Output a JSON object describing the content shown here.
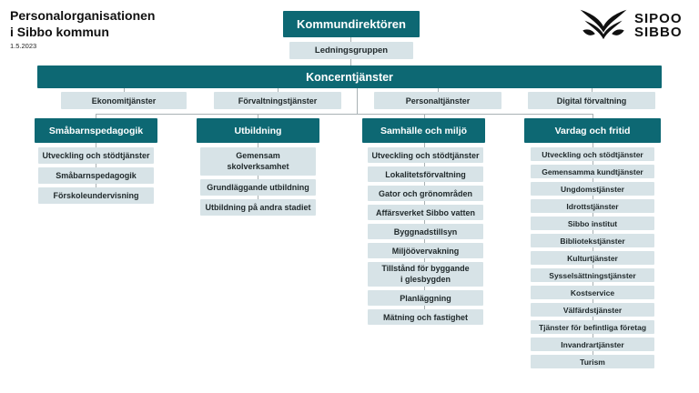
{
  "page": {
    "title": "Personalorganisationen\ni Sibbo kommun",
    "date": "1.5.2023"
  },
  "logo": {
    "line1": "SIPOO",
    "line2": "SIBBO"
  },
  "colors": {
    "teal": "#0d6873",
    "light_box": "#d7e3e7",
    "connector": "#a9b2b4",
    "background": "#ffffff"
  },
  "top": {
    "director": "Kommundirektören",
    "management_group": "Ledningsgruppen",
    "concern_services": "Koncerntjänster",
    "concern_units": [
      "Ekonomitjänster",
      "Förvaltningstjänster",
      "Personaltjänster",
      "Digital förvaltning"
    ]
  },
  "departments": [
    {
      "label": "Småbarnspedagogik",
      "items": [
        "Utveckling och stödtjänster",
        "Småbarnspedagogik",
        "Förskoleundervisning"
      ]
    },
    {
      "label": "Utbildning",
      "items": [
        "Gemensam\nskolverksamhet",
        "Grundläggande utbildning",
        "Utbildning på andra stadiet"
      ]
    },
    {
      "label": "Samhälle och miljö",
      "items": [
        "Utveckling och stödtjänster",
        "Lokalitetsförvaltning",
        "Gator och grönområden",
        "Affärsverket Sibbo vatten",
        "Byggnadstillsyn",
        "Miljöövervakning",
        "Tillstånd för byggande\ni glesbygden",
        "Planläggning",
        "Mätning och fastighet"
      ]
    },
    {
      "label": "Vardag och fritid",
      "items": [
        "Utveckling och stödtjänster",
        "Gemensamma kundtjänster",
        "Ungdomstjänster",
        "Idrottstjänster",
        "Sibbo institut",
        "Bibliotekstjänster",
        "Kulturtjänster",
        "Sysselsättningstjänster",
        "Kostservice",
        "Välfärdstjänster",
        "Tjänster för befintliga företag",
        "Invandrartjänster",
        "Turism"
      ]
    }
  ]
}
